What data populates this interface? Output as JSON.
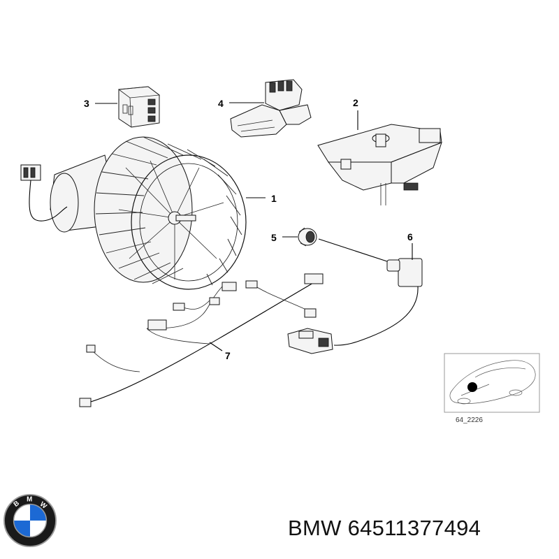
{
  "diagram": {
    "callouts": {
      "c1": "1",
      "c2": "2",
      "c3": "3",
      "c4": "4",
      "c5": "5",
      "c6": "6",
      "c7": "7"
    },
    "reference_code": "64_2226"
  },
  "caption": {
    "text": "BMW 64511377494"
  },
  "logo": {
    "brand": "BMW",
    "colors": {
      "blue": "#1c69d4",
      "black": "#1a1a1a",
      "white": "#ffffff",
      "ring": "#9a9a9a"
    }
  }
}
